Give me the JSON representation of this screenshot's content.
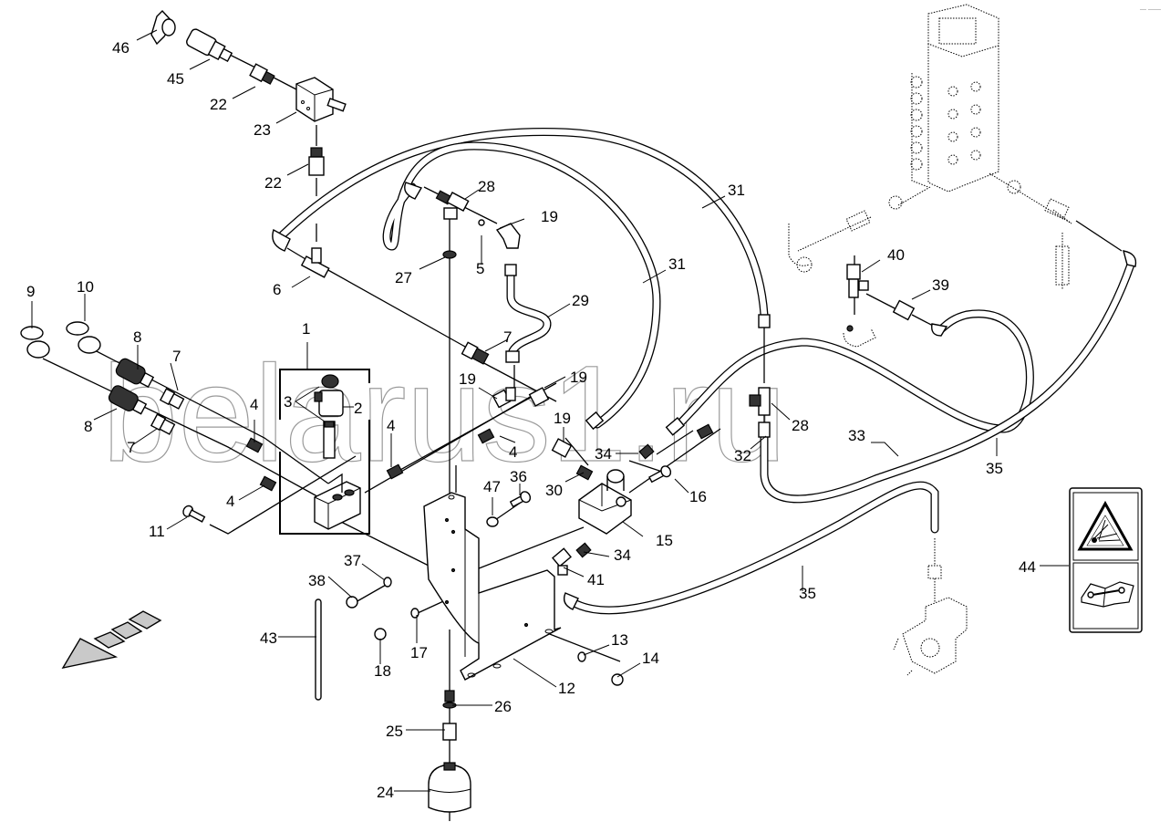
{
  "diagram": {
    "title": "Hydraulic accumulator / hose assembly exploded view",
    "watermark": "belarus1.ru",
    "corner_mark": "— ——",
    "callouts": [
      {
        "id": "c46",
        "label": "46"
      },
      {
        "id": "c45",
        "label": "45"
      },
      {
        "id": "c22a",
        "label": "22"
      },
      {
        "id": "c23",
        "label": "23"
      },
      {
        "id": "c22b",
        "label": "22"
      },
      {
        "id": "c6",
        "label": "6"
      },
      {
        "id": "c28a",
        "label": "28"
      },
      {
        "id": "c19a",
        "label": "19"
      },
      {
        "id": "c27",
        "label": "27"
      },
      {
        "id": "c5",
        "label": "5"
      },
      {
        "id": "c31a",
        "label": "31"
      },
      {
        "id": "c31b",
        "label": "31"
      },
      {
        "id": "c29",
        "label": "29"
      },
      {
        "id": "c7a",
        "label": "7"
      },
      {
        "id": "c9",
        "label": "9"
      },
      {
        "id": "c10",
        "label": "10"
      },
      {
        "id": "c8a",
        "label": "8"
      },
      {
        "id": "c7b",
        "label": "7"
      },
      {
        "id": "c1",
        "label": "1"
      },
      {
        "id": "c3",
        "label": "3"
      },
      {
        "id": "c2",
        "label": "2"
      },
      {
        "id": "c4a",
        "label": "4"
      },
      {
        "id": "c8b",
        "label": "8"
      },
      {
        "id": "c7c",
        "label": "7"
      },
      {
        "id": "c4b",
        "label": "4"
      },
      {
        "id": "c11",
        "label": "11"
      },
      {
        "id": "c4c",
        "label": "4"
      },
      {
        "id": "c19b",
        "label": "19"
      },
      {
        "id": "c19c",
        "label": "19"
      },
      {
        "id": "c4d",
        "label": "4"
      },
      {
        "id": "c19d",
        "label": "19"
      },
      {
        "id": "c34a",
        "label": "34"
      },
      {
        "id": "c30",
        "label": "30"
      },
      {
        "id": "c28b",
        "label": "28"
      },
      {
        "id": "c32",
        "label": "32"
      },
      {
        "id": "c33",
        "label": "33"
      },
      {
        "id": "c35a",
        "label": "35"
      },
      {
        "id": "c40",
        "label": "40"
      },
      {
        "id": "c39",
        "label": "39"
      },
      {
        "id": "c16",
        "label": "16"
      },
      {
        "id": "c15",
        "label": "15"
      },
      {
        "id": "c47",
        "label": "47"
      },
      {
        "id": "c36",
        "label": "36"
      },
      {
        "id": "c34b",
        "label": "34"
      },
      {
        "id": "c41",
        "label": "41"
      },
      {
        "id": "c37",
        "label": "37"
      },
      {
        "id": "c38",
        "label": "38"
      },
      {
        "id": "c35b",
        "label": "35"
      },
      {
        "id": "c44",
        "label": "44"
      },
      {
        "id": "c43",
        "label": "43"
      },
      {
        "id": "c17",
        "label": "17"
      },
      {
        "id": "c18",
        "label": "18"
      },
      {
        "id": "c13",
        "label": "13"
      },
      {
        "id": "c14",
        "label": "14"
      },
      {
        "id": "c12",
        "label": "12"
      },
      {
        "id": "c26",
        "label": "26"
      },
      {
        "id": "c25",
        "label": "25"
      },
      {
        "id": "c24",
        "label": "24"
      }
    ],
    "decal": {
      "top_icon": "explosion-warning-icon",
      "bottom_icon": "service-manual-wrench-icon"
    },
    "direction_arrow": "forward-direction-arrow"
  }
}
